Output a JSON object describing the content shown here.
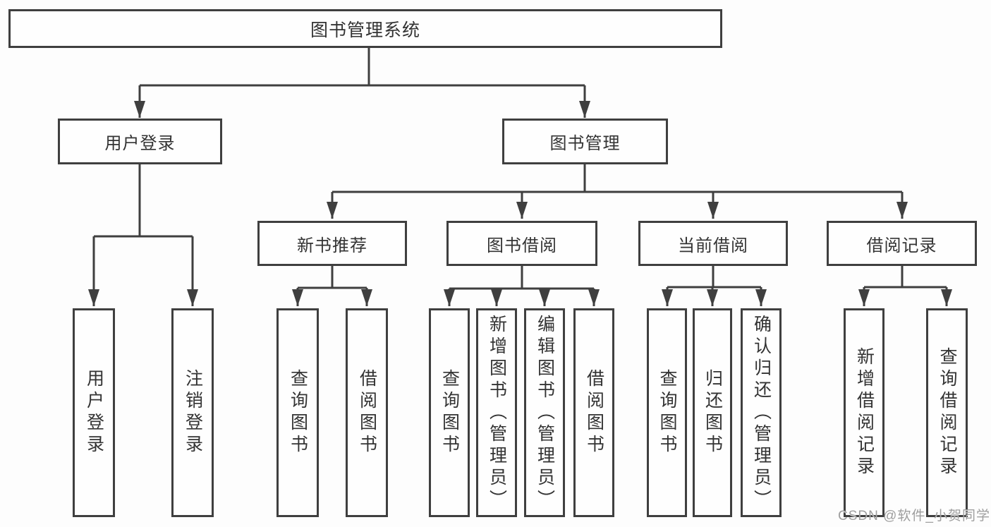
{
  "diagram": {
    "root": {
      "label": "图书管理系统"
    },
    "branches": [
      {
        "label": "用户登录",
        "children": [
          {
            "label": "用户登录"
          },
          {
            "label": "注销登录"
          }
        ]
      },
      {
        "label": "图书管理",
        "children": [
          {
            "label": "新书推荐",
            "children": [
              {
                "label": "查询图书"
              },
              {
                "label": "借阅图书"
              }
            ]
          },
          {
            "label": "图书借阅",
            "children": [
              {
                "label": "查询图书"
              },
              {
                "label": "新增图书（管理员）"
              },
              {
                "label": "编辑图书（管理员）"
              },
              {
                "label": "借阅图书"
              }
            ]
          },
          {
            "label": "当前借阅",
            "children": [
              {
                "label": "查询图书"
              },
              {
                "label": "归还图书"
              },
              {
                "label": "确认归还（管理员）"
              }
            ]
          },
          {
            "label": "借阅记录",
            "children": [
              {
                "label": "新增借阅记录"
              },
              {
                "label": "查询借阅记录"
              }
            ]
          }
        ]
      }
    ]
  },
  "watermark": {
    "text": "CSDN @软件_小贺同学"
  },
  "colors": {
    "line": "#3f3f3f",
    "text": "#333333",
    "watermark": "#9e9e9e",
    "background": "#fdfdfd"
  }
}
